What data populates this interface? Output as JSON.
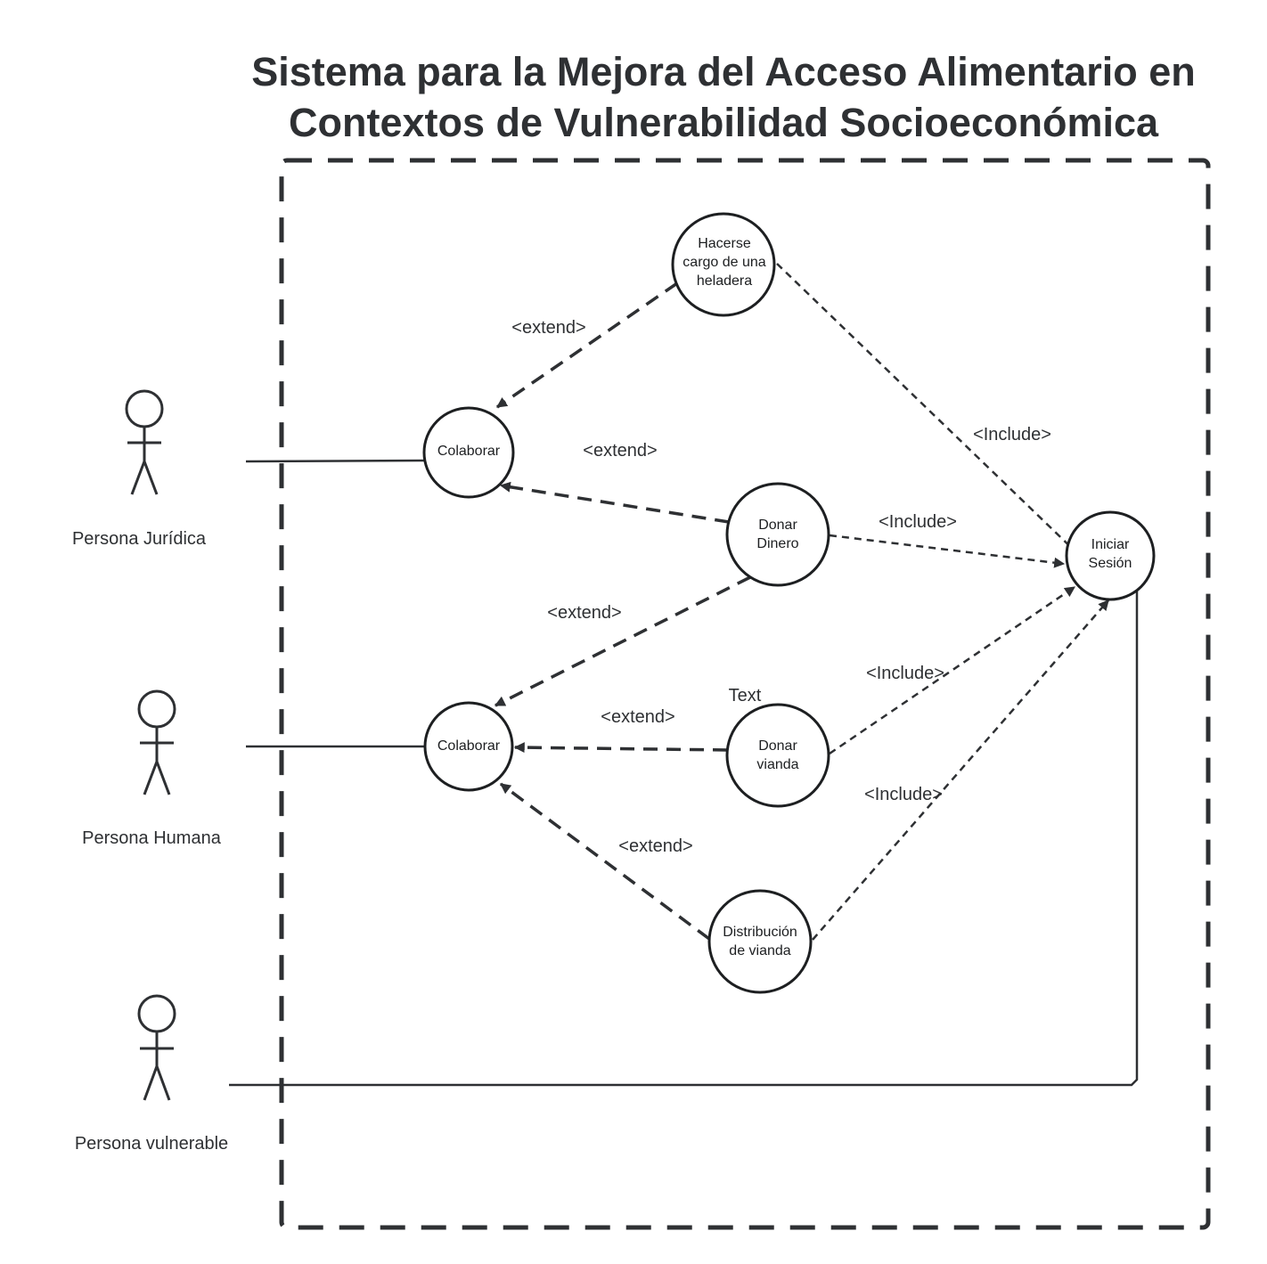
{
  "title": {
    "line1": "Sistema para la Mejora del Acceso Alimentario en",
    "line2": "Contextos de Vulnerabilidad Socioeconómica"
  },
  "actors": {
    "juridica": "Persona Jurídica",
    "humana": "Persona Humana",
    "vulnerable": "Persona vulnerable"
  },
  "use_cases": {
    "heladera": [
      "Hacerse",
      "cargo de una",
      "heladera"
    ],
    "colaborar1": [
      "Colaborar"
    ],
    "colaborar2": [
      "Colaborar"
    ],
    "donar_dinero": [
      "Donar",
      "Dinero"
    ],
    "donar_vianda": [
      "Donar",
      "vianda"
    ],
    "distribucion": [
      "Distribución",
      "de vianda"
    ],
    "iniciar_sesion": [
      "Iniciar",
      "Sesión"
    ]
  },
  "relations": {
    "extend_heladera": "<extend>",
    "extend_dinero_1": "<extend>",
    "extend_dinero_2": "<extend>",
    "extend_vianda": "<extend>",
    "extend_distribucion": "<extend>",
    "include_heladera": "<Include>",
    "include_dinero": "<Include>",
    "include_vianda": "<Include>",
    "include_distribucion": "<Include>"
  },
  "stray_text": "Text",
  "colors": {
    "stroke": "#2e3033",
    "text": "#1d1f21",
    "background": "#ffffff"
  }
}
